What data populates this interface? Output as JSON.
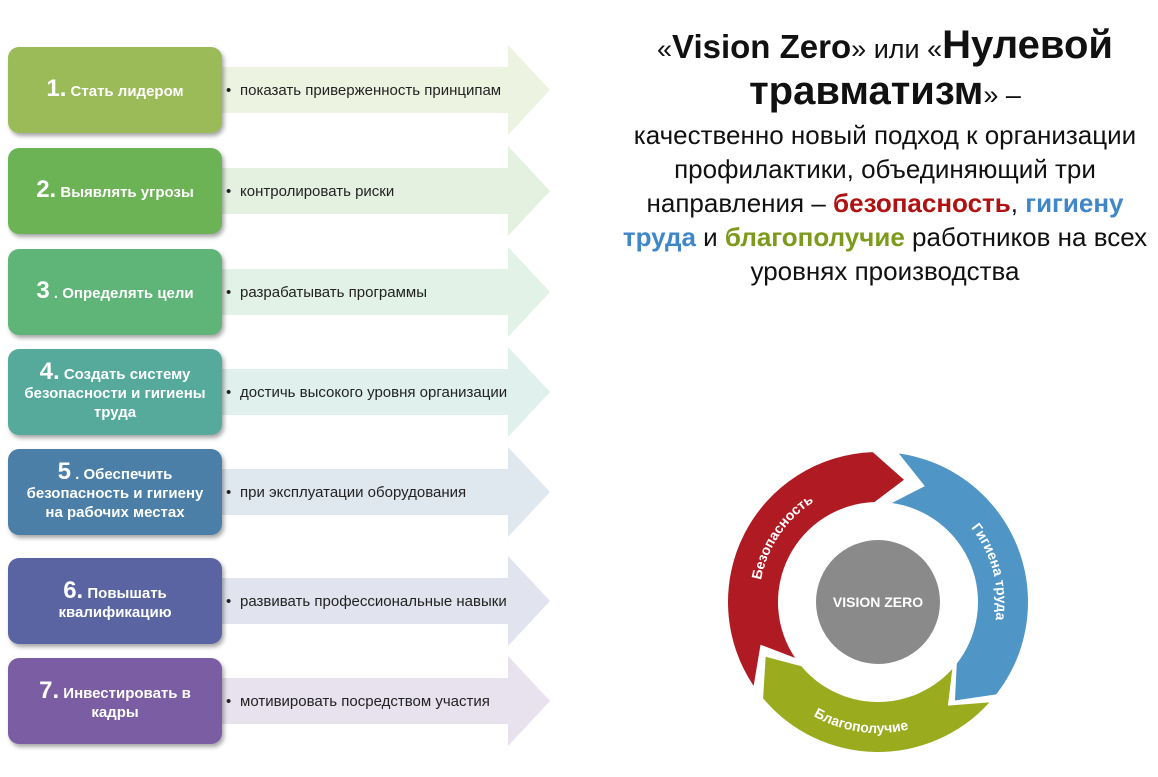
{
  "steps": [
    {
      "num": "1.",
      "label": "Стать лидером",
      "desc": "показать приверженность принципам",
      "color": "#9bbb59"
    },
    {
      "num": "2.",
      "label": "Выявлять угрозы",
      "desc": "контролировать риски",
      "color": "#6cb356"
    },
    {
      "num": "3",
      "label": ". Определять цели",
      "desc": "разрабатывать программы",
      "color": "#5eb577"
    },
    {
      "num": "4.",
      "label": "Создать систему безопасности и гигиены труда",
      "desc": "достичь высокого уровня организации",
      "color": "#55aa9c"
    },
    {
      "num": "5",
      "label": ". Обеспечить безопасность и гигиену на рабочих местах",
      "desc": "при эксплуатации оборудования",
      "color": "#4c7fa8"
    },
    {
      "num": "6.",
      "label": "Повышать квалификацию",
      "desc": "развивать профессиональные навыки",
      "color": "#5a64a3"
    },
    {
      "num": "7.",
      "label": "Инвестировать в кадры",
      "desc": "мотивировать посредством участия",
      "color": "#7a5da2"
    }
  ],
  "bullet": "•",
  "headline": {
    "q_open": "«",
    "vision": "Vision Zero",
    "q_close": "»",
    "ili": " или ",
    "q_open2": "«",
    "line_big": "Нулевой травматизм",
    "q_close2": "»",
    "dash": " –",
    "intro": "качественно новый подход к организации профилактики, объединяющий три направления – ",
    "w_safety": "безопасность",
    "comma": ", ",
    "w_hygiene": "гигиену труда",
    "and": " и ",
    "w_wellbeing": "благополучие",
    "outro": " работников на всех уровнях производства"
  },
  "cycle": {
    "center": "VISION ZERO",
    "segments": [
      {
        "label": "Безопасность",
        "color": "#b01a22"
      },
      {
        "label": "Гигиена труда",
        "color": "#4f95c6"
      },
      {
        "label": "Благополучие",
        "color": "#9aab1e"
      }
    ],
    "center_color": "#8a8a8a"
  }
}
